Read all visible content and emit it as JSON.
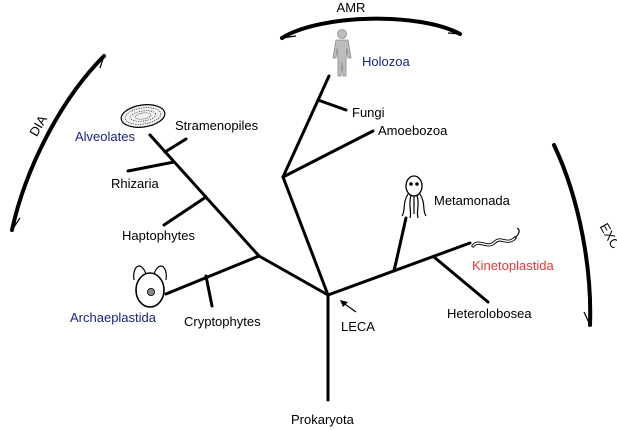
{
  "supergroups": [
    {
      "key": "amr",
      "label": "AMR"
    },
    {
      "key": "dia",
      "label": "DIA"
    },
    {
      "key": "exc",
      "label": "EXC"
    }
  ],
  "taxa": [
    {
      "key": "holozoa",
      "label": "Holozoa",
      "color": "#1a237e"
    },
    {
      "key": "fungi",
      "label": "Fungi",
      "color": "#000000"
    },
    {
      "key": "amoebozoa",
      "label": "Amoebozoa",
      "color": "#000000"
    },
    {
      "key": "alveolates",
      "label": "Alveolates",
      "color": "#1a237e"
    },
    {
      "key": "stramenopiles",
      "label": "Stramenopiles",
      "color": "#000000"
    },
    {
      "key": "rhizaria",
      "label": "Rhizaria",
      "color": "#000000"
    },
    {
      "key": "haptophytes",
      "label": "Haptophytes",
      "color": "#000000"
    },
    {
      "key": "archaeplastida",
      "label": "Archaeplastida",
      "color": "#1a237e"
    },
    {
      "key": "cryptophytes",
      "label": "Cryptophytes",
      "color": "#000000"
    },
    {
      "key": "metamonada",
      "label": "Metamonada",
      "color": "#000000"
    },
    {
      "key": "kinetoplastida",
      "label": "Kinetoplastida",
      "color": "#e53935"
    },
    {
      "key": "heterolobosea",
      "label": "Heterolobosea",
      "color": "#000000"
    },
    {
      "key": "leca",
      "label": "LECA",
      "color": "#000000"
    },
    {
      "key": "prokaryota",
      "label": "Prokaryota",
      "color": "#000000"
    }
  ],
  "icons": [
    "human-icon",
    "ciliate-icon",
    "algae-icon",
    "giardia-icon",
    "trypanosome-icon"
  ]
}
